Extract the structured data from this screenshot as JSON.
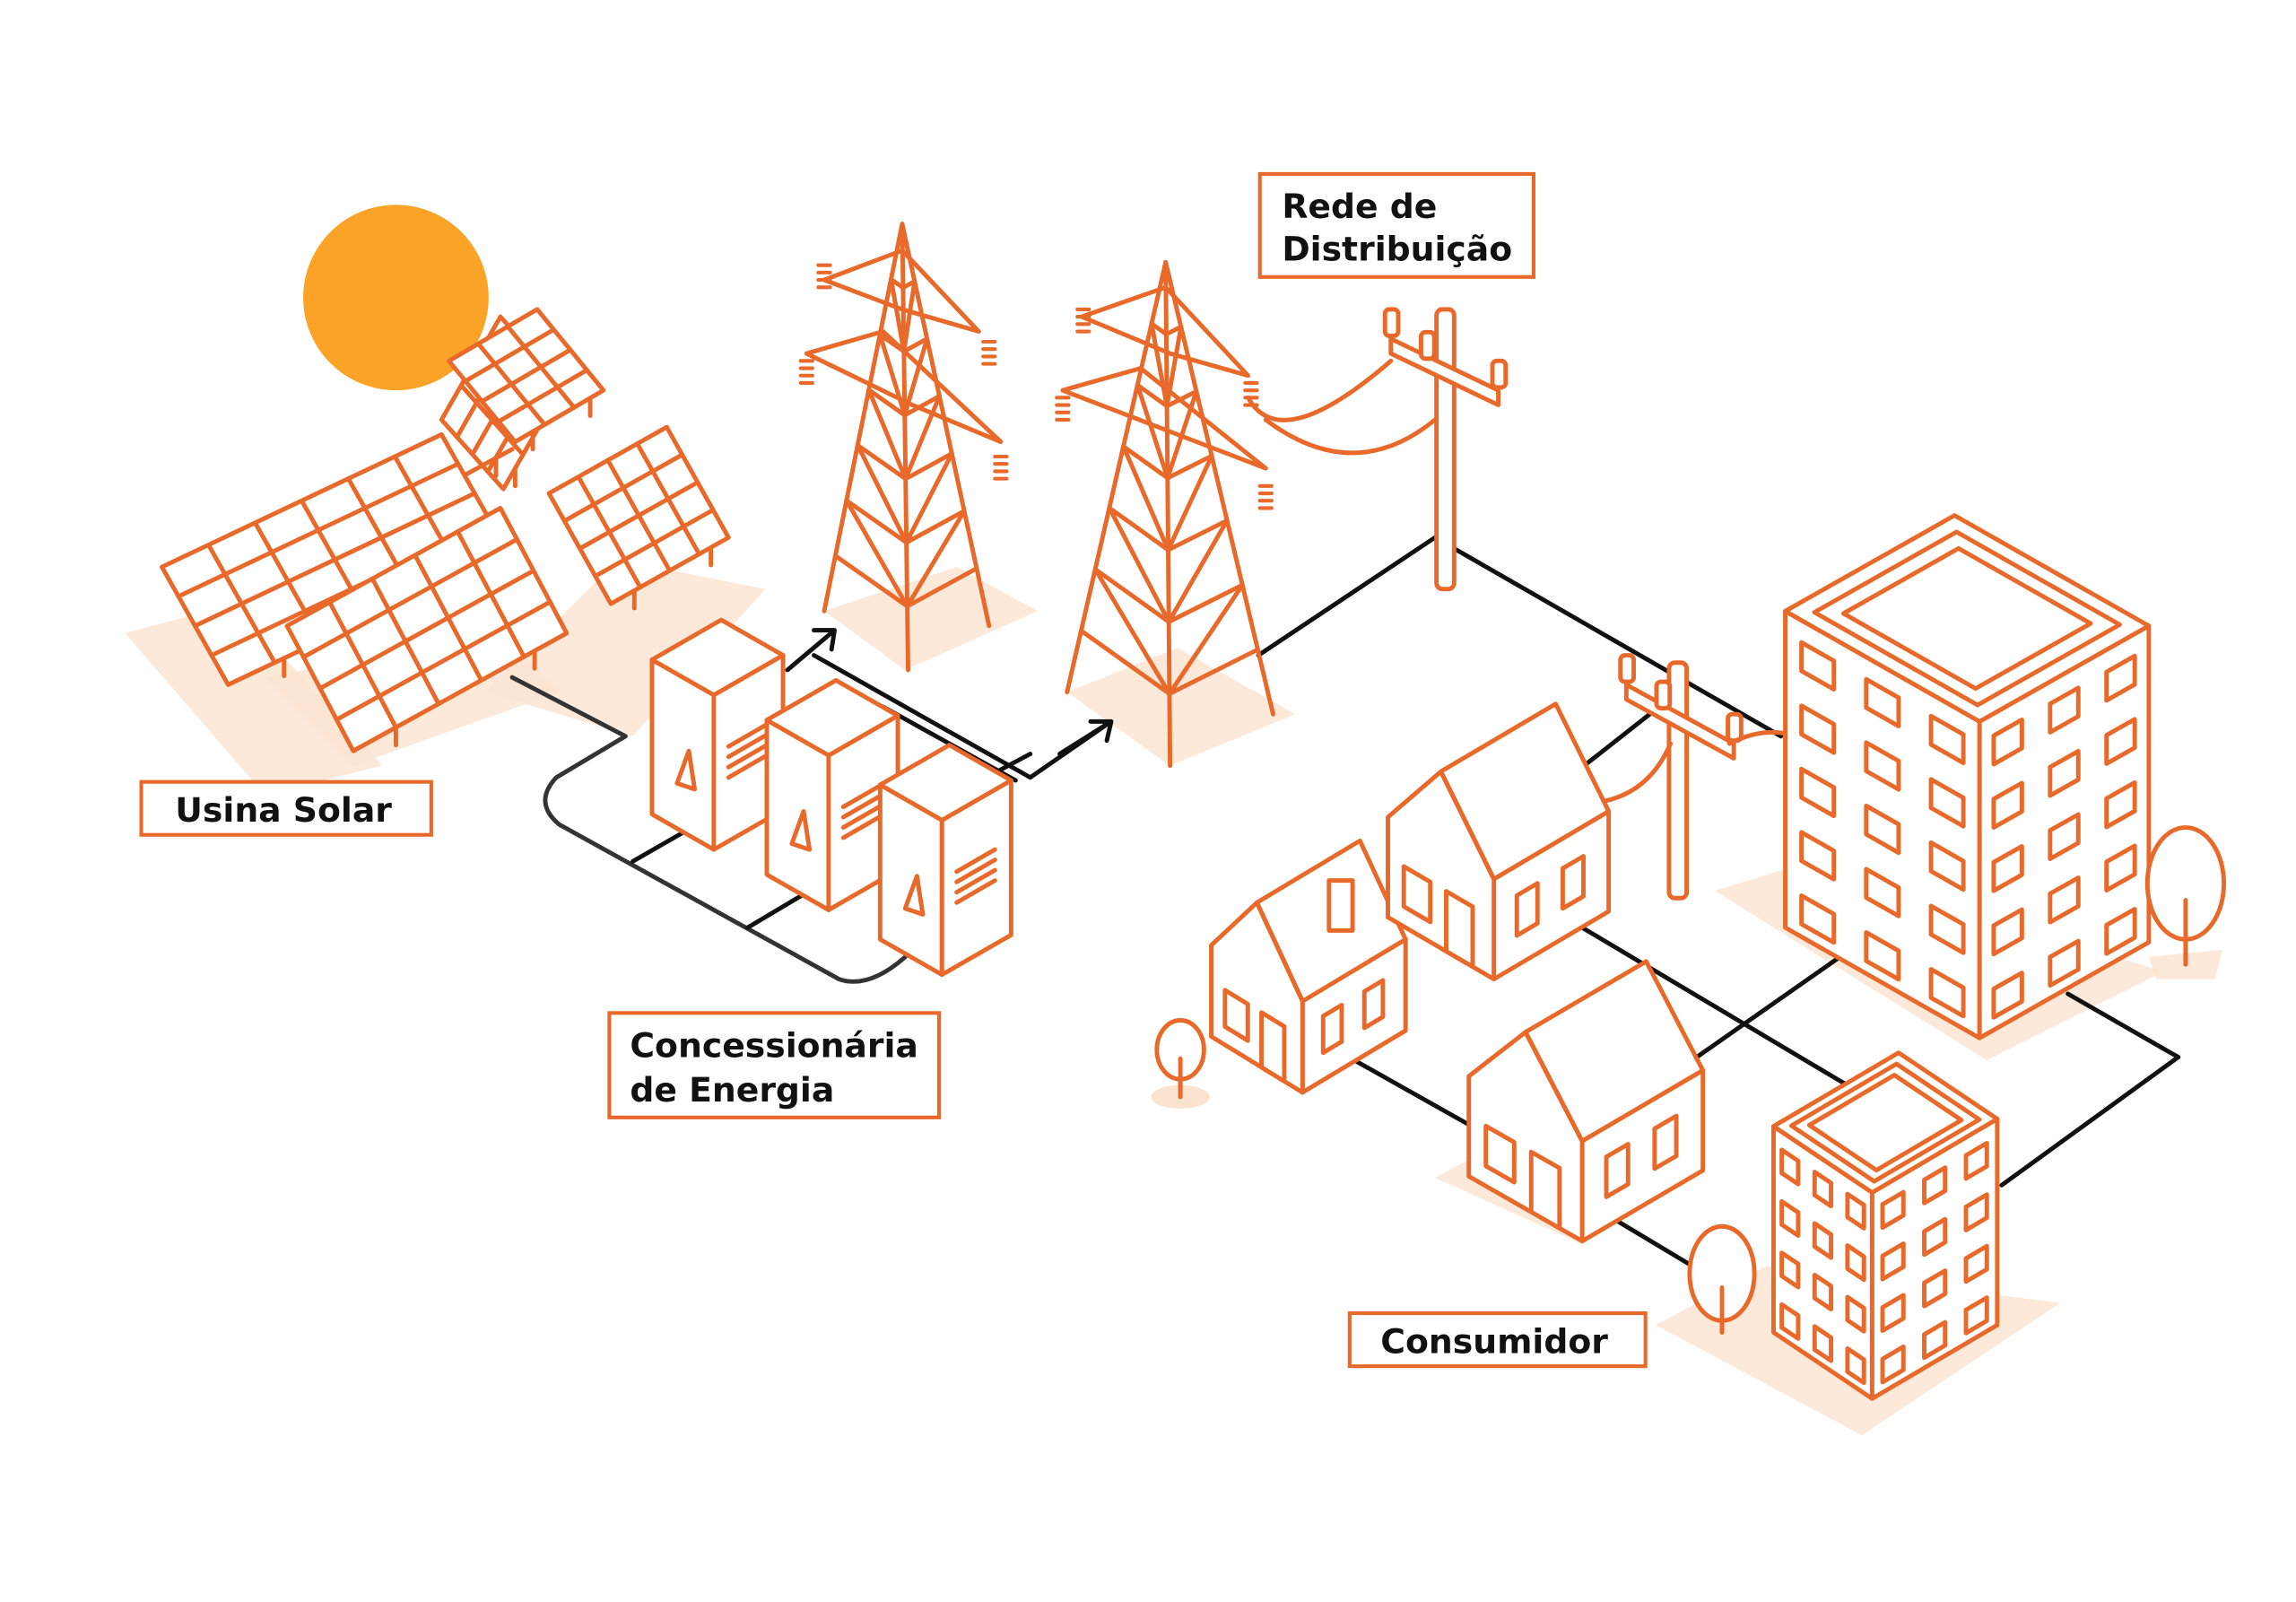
{
  "labels": {
    "solar_plant": "Usina Solar",
    "utility_line1": "Concessionária",
    "utility_line2": "de Energia",
    "distribution_line1": "Rede de",
    "distribution_line2": "Distribuição",
    "consumer": "Consumidor"
  },
  "colors": {
    "accent": "#E8692A",
    "sun": "#FBA326",
    "shadow": "#FBE3CF",
    "wire": "#111111",
    "text": "#111111"
  }
}
